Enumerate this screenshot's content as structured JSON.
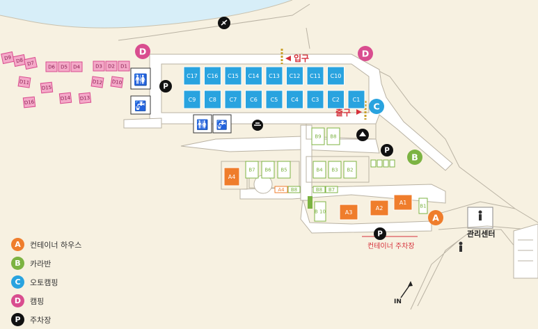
{
  "colors": {
    "background": "#f7f1e1",
    "sea": "#d7eef8",
    "road": "#ffffff",
    "outline": "#b9b2a3",
    "container_house": "#ef7d2c",
    "caravan": "#7cb342",
    "auto_camping": "#29a3df",
    "camping": "#d94d8f",
    "parking": "#111111",
    "arrow_red": "#d6303a"
  },
  "labels": {
    "entrance": "입구",
    "exit": "출구",
    "management_center": "관리센터",
    "container_parking": "컨테이너 주차장",
    "in": "IN"
  },
  "markers": {
    "A": "A",
    "B": "B",
    "C": "C",
    "D": "D",
    "P": "P"
  },
  "legend": [
    {
      "letter": "A",
      "label": "컨테이너 하우스",
      "color": "#ef7d2c"
    },
    {
      "letter": "B",
      "label": "카라반",
      "color": "#7cb342"
    },
    {
      "letter": "C",
      "label": "오토캠핑",
      "color": "#29a3df"
    },
    {
      "letter": "D",
      "label": "캠핑",
      "color": "#d94d8f"
    },
    {
      "letter": "P",
      "label": "주차장",
      "color": "#111111"
    }
  ],
  "sites": {
    "auto_top": [
      "C17",
      "C16",
      "C15",
      "C14",
      "C13",
      "C12",
      "C11",
      "C10"
    ],
    "auto_bottom": [
      "C9",
      "C8",
      "C7",
      "C6",
      "C5",
      "C4",
      "C3",
      "C2",
      "C1"
    ],
    "camping_row1": [
      "D9",
      "D8",
      "D7"
    ],
    "camping_row2": [
      "D6",
      "D5",
      "D4",
      "D3",
      "D2",
      "D1"
    ],
    "camping_row3": [
      "D11",
      "D12",
      "D10"
    ],
    "camping_row4": [
      "D15",
      "D14",
      "D13",
      "D16"
    ],
    "caravan_row1": [
      "B9",
      "B8"
    ],
    "caravan_row2": [
      "B7",
      "B6",
      "B5",
      "B4",
      "B3",
      "B2"
    ],
    "caravan_small": [
      "B1"
    ],
    "caravan_b10": "B 10",
    "container": [
      "A4",
      "A3",
      "A2",
      "A1"
    ],
    "strip_orange": "A4",
    "strip_green": [
      "B8",
      "B8",
      "B7"
    ]
  }
}
